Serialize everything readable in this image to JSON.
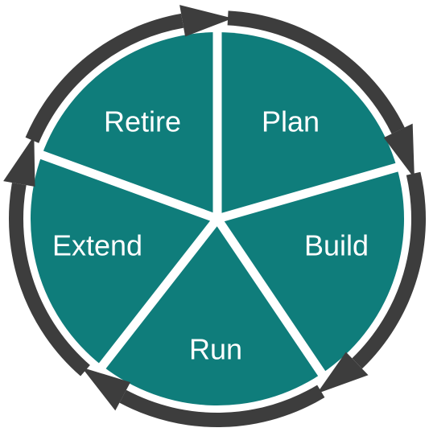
{
  "diagram": {
    "type": "cycle",
    "direction": "clockwise",
    "colors": {
      "segment_fill": "#0f7d7b",
      "arrow_ring": "#3d3d3d",
      "label_text": "#ffffff",
      "background": "#ffffff"
    },
    "stages": [
      {
        "label": "Plan"
      },
      {
        "label": "Build"
      },
      {
        "label": "Run"
      },
      {
        "label": "Extend"
      },
      {
        "label": "Retire"
      }
    ]
  }
}
